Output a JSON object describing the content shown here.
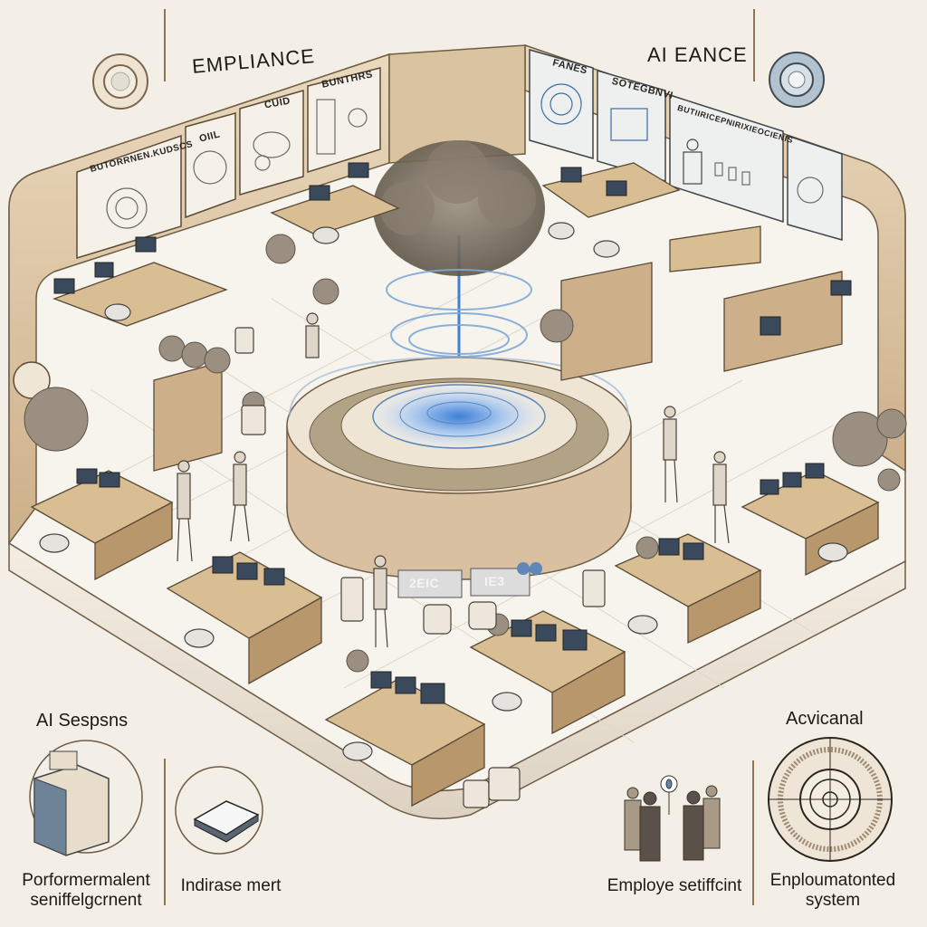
{
  "headers": {
    "left_title": "EMPLIANCE",
    "right_title": "AI EANCE"
  },
  "wall_panels": [
    {
      "label": "BUTORRNEN.KUDSCS"
    },
    {
      "label": "OIIL"
    },
    {
      "label": "CUID"
    },
    {
      "label": "BUNTHRS"
    },
    {
      "label": "FANES"
    },
    {
      "label": "SOTEGBNVI"
    },
    {
      "label": "BUTIIRICEPNIRIXIEOCIENIS"
    }
  ],
  "central_sign": {
    "left_text": "2EIC",
    "right_text": "IE3"
  },
  "side_labels": {
    "left": "AI Sespsns",
    "right": "Acvicanal"
  },
  "bottom_captions": [
    {
      "line1": "Porformermalent",
      "line2": "seniffelgcrnent",
      "icon": "server-cabinet-icon"
    },
    {
      "line1": "Indirase mert",
      "line2": "",
      "icon": "document-stack-icon"
    },
    {
      "line1": "Employe setiffcint",
      "line2": "",
      "icon": "people-group-icon"
    },
    {
      "line1": "Enploumatonted",
      "line2": "system",
      "icon": "circular-system-icon"
    }
  ],
  "colors": {
    "background": "#f4efe6",
    "wood": "#c9a778",
    "wood_dark": "#8c6a44",
    "floor": "#f7f4ee",
    "glass_blue": "#7fa9d8",
    "ink": "#1d1a16",
    "divider": "#8c7657"
  }
}
